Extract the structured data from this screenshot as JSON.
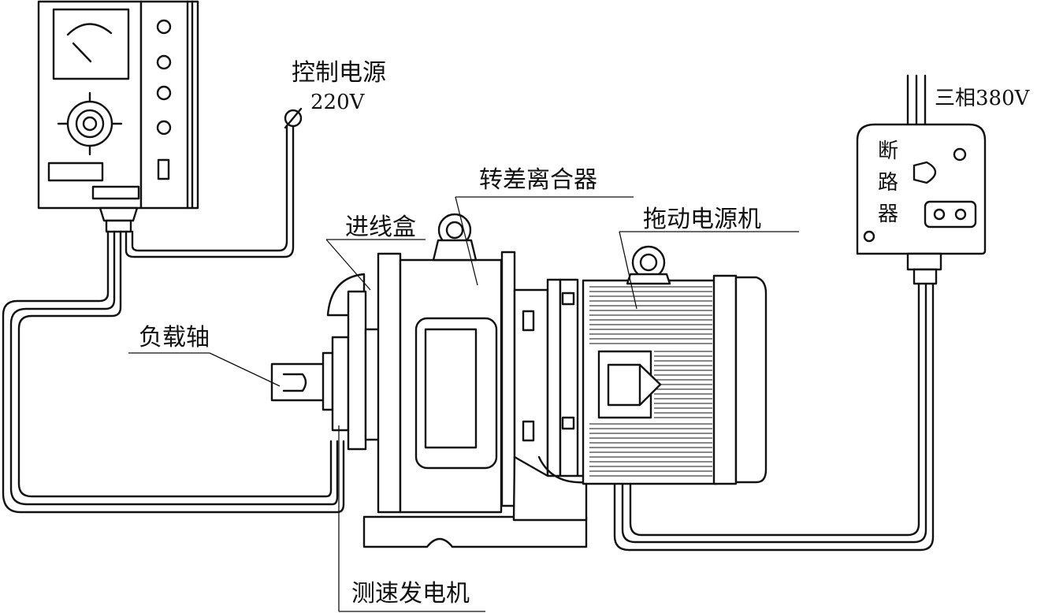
{
  "labels": {
    "control_power": "控制电源",
    "control_voltage": "220V",
    "three_phase": "三相380V",
    "breaker_chars": [
      "断",
      "路",
      "器"
    ],
    "slip_clutch": "转差离合器",
    "junction_box": "进线盒",
    "drive_motor": "拖动电源机",
    "load_shaft": "负载轴",
    "tacho_generator": "测速发电机"
  }
}
